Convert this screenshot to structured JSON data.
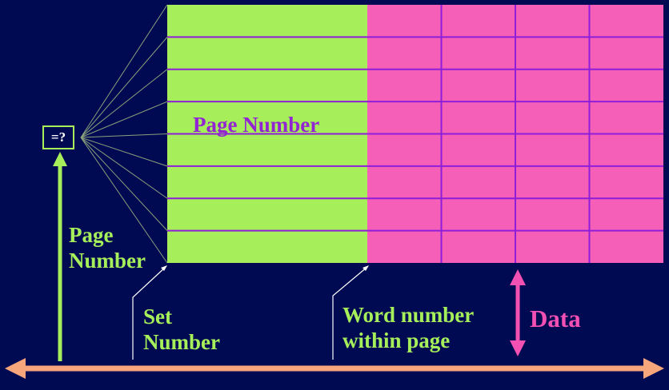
{
  "colors": {
    "background": "#000a52",
    "tag": "#a6ef5b",
    "data": "#f65fb8",
    "grid_line": "#8f1ed8",
    "bus": "#f7a57a",
    "label_green": "#a6ef5b",
    "label_purple": "#9324d4",
    "label_magenta": "#f350b4"
  },
  "table": {
    "rows": 8,
    "data_columns": 4
  },
  "labels": {
    "compare": "=?",
    "page_number_in_table": "Page Number",
    "page_number_side": [
      "Page",
      "Number"
    ],
    "set_number": [
      "Set",
      "Number"
    ],
    "word_number": [
      "Word number",
      "within page"
    ],
    "data": "Data"
  }
}
